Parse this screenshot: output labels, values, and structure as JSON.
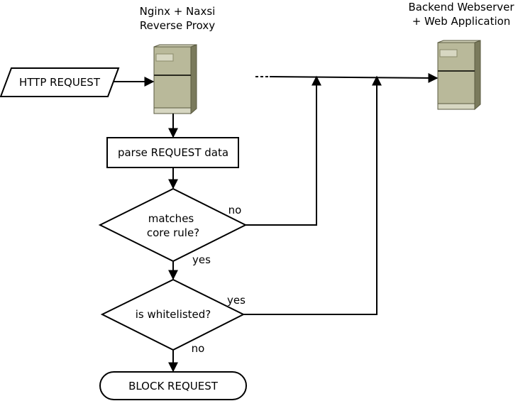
{
  "diagram": {
    "proxy_label": {
      "line1": "Nginx + Naxsi",
      "line2": "Reverse Proxy"
    },
    "backend_label": {
      "line1": "Backend Webserver",
      "line2": "+ Web Application"
    },
    "nodes": {
      "http_request": "HTTP REQUEST",
      "parse": "parse REQUEST data",
      "core_rule": {
        "line1": "matches",
        "line2": "core rule?"
      },
      "whitelisted": "is whitelisted?",
      "block": "BLOCK REQUEST"
    },
    "edge_labels": {
      "core_no": "no",
      "core_yes": "yes",
      "white_yes": "yes",
      "white_no": "no"
    },
    "colors": {
      "server_body": "#b9b99a",
      "server_dark": "#7a7a5c",
      "server_light": "#d7d7c2",
      "stroke": "#000000"
    },
    "icons": [
      "server-icon",
      "server-icon"
    ]
  }
}
